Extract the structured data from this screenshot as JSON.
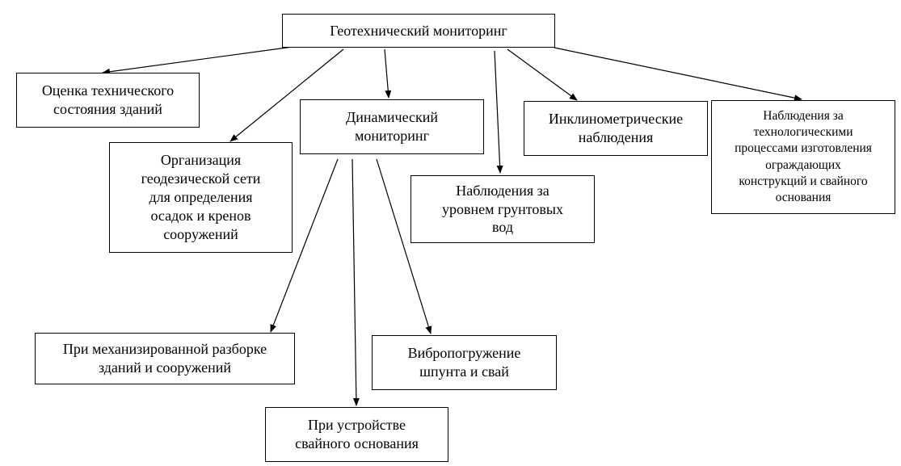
{
  "diagram": {
    "nodes": {
      "root": "Геотехнический мониторинг",
      "tech": "Оценка технического\nсостояния зданий",
      "geo": "Организация\nгеодезической сети\nдля определения\nосадок и кренов\nсооружений",
      "dyn": "Динамический\nмониторинг",
      "water": "Наблюдения за\nуровнем грунтовых\nвод",
      "incl": "Инклинометрические\nнаблюдения",
      "tp": "Наблюдения за\nтехнологическими\nпроцессами изготовления\nограждающих\nконструкций и свайного\nоснования",
      "mech": "При механизированной разборке\nзданий и сооружений",
      "vib": "Вибропогружение\nшпунта и свай",
      "pile": "При устройстве\nсвайного основания"
    },
    "edges": [
      {
        "from": "root",
        "to": "tech"
      },
      {
        "from": "root",
        "to": "geo"
      },
      {
        "from": "root",
        "to": "dyn"
      },
      {
        "from": "root",
        "to": "water"
      },
      {
        "from": "root",
        "to": "incl"
      },
      {
        "from": "root",
        "to": "tp"
      },
      {
        "from": "dyn",
        "to": "mech"
      },
      {
        "from": "dyn",
        "to": "pile"
      },
      {
        "from": "dyn",
        "to": "vib"
      }
    ]
  }
}
